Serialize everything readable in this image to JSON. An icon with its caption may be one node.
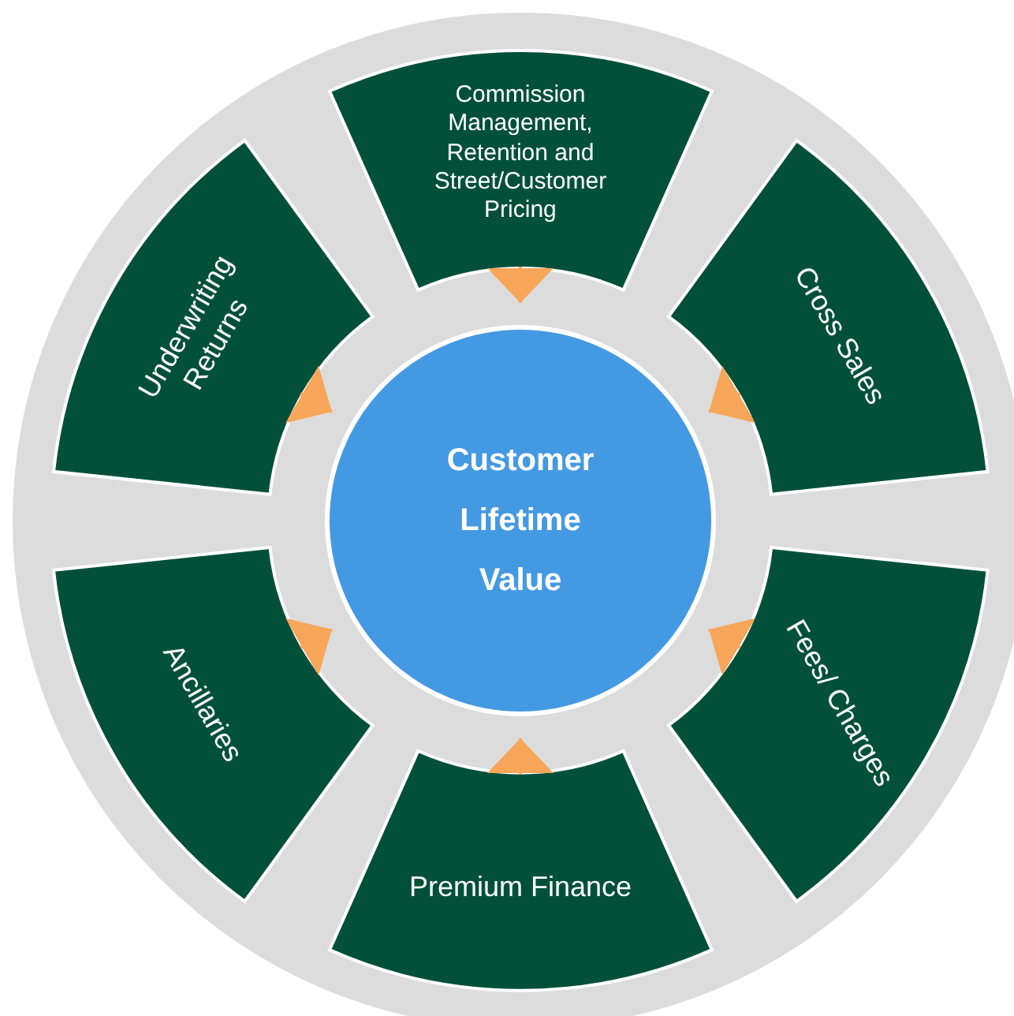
{
  "diagram": {
    "nodes": [
      {
        "text": [
          "Commission Management, Retention and Street/Customer Pricing"
        ]
      },
      {
        "text": [
          "Underwriting Returns"
        ]
      },
      {
        "text": [
          "Cross Sales"
        ]
      },
      {
        "text": [
          "Customer Lifetime Value"
        ]
      },
      {
        "text": [
          "Ancillaries"
        ]
      },
      {
        "text": [
          "Fees/ Charges"
        ]
      },
      {
        "text": [
          "Premium Finance"
        ]
      }
    ],
    "edges": [
      {
        "from": 0,
        "to": 3,
        "arrow": "to"
      },
      {
        "from": 1,
        "to": 3,
        "arrow": "to"
      },
      {
        "from": 2,
        "to": 3,
        "arrow": "to"
      },
      {
        "from": 4,
        "to": 3,
        "arrow": "to"
      },
      {
        "from": 5,
        "to": 3,
        "arrow": "to"
      },
      {
        "from": 6,
        "to": 3,
        "arrow": "to"
      }
    ]
  }
}
